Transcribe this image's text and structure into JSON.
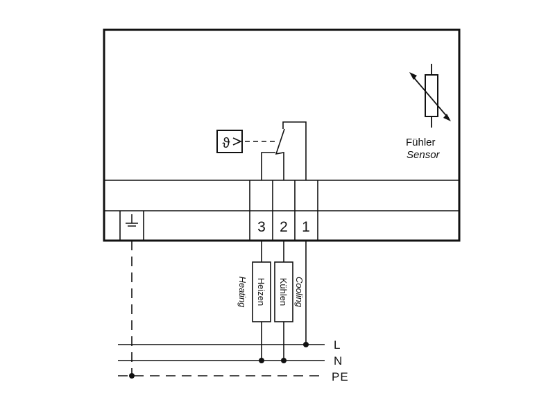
{
  "sensor": {
    "label_de": "Fühler",
    "label_en": "Sensor",
    "icon": "thermistor-icon"
  },
  "thermostat_icon": "temperature-sensing-element-icon",
  "earth_icon": "earth-ground-icon",
  "terminals": [
    "3",
    "2",
    "1"
  ],
  "loads": {
    "heating": {
      "label_de": "Heizen",
      "label_en": "Heating"
    },
    "cooling": {
      "label_de": "Kühlen",
      "label_en": "Cooling"
    }
  },
  "supply_lines": [
    "L",
    "N",
    "PE"
  ],
  "colors": {
    "ink": "#111111",
    "background": "#ffffff"
  }
}
